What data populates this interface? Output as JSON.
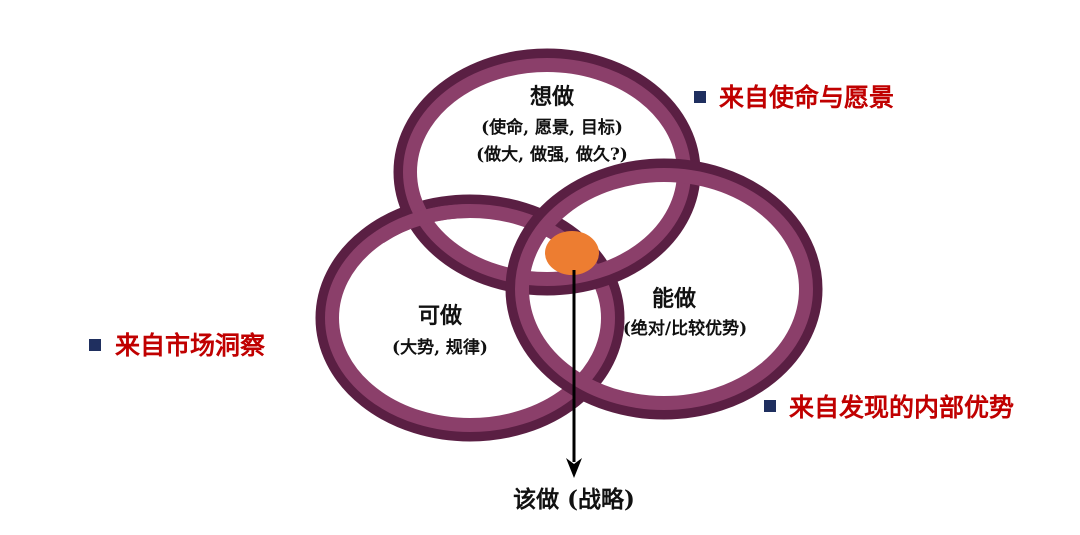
{
  "colors": {
    "ring_face": "#8b3f6a",
    "ring_inner": "#5a1f43",
    "ring_edge": "#4a1635",
    "center": "#ed7d31",
    "source_text": "#c00000",
    "bullet": "#1f2f5f",
    "arrow": "#000000"
  },
  "rings": {
    "want": {
      "title": "想做",
      "line1": "(使命, 愿景, 目标)",
      "line2": "(做大, 做强, 做久?)"
    },
    "can_do": {
      "title": "可做",
      "line1": "(大势, 规律)"
    },
    "able": {
      "title": "能做",
      "line1": "(绝对/比较优势)"
    }
  },
  "sources": {
    "mission": "来自使命与愿景",
    "market": "来自市场洞察",
    "internal": "来自发现的内部优势"
  },
  "result": {
    "label": "该做 (战略)"
  }
}
